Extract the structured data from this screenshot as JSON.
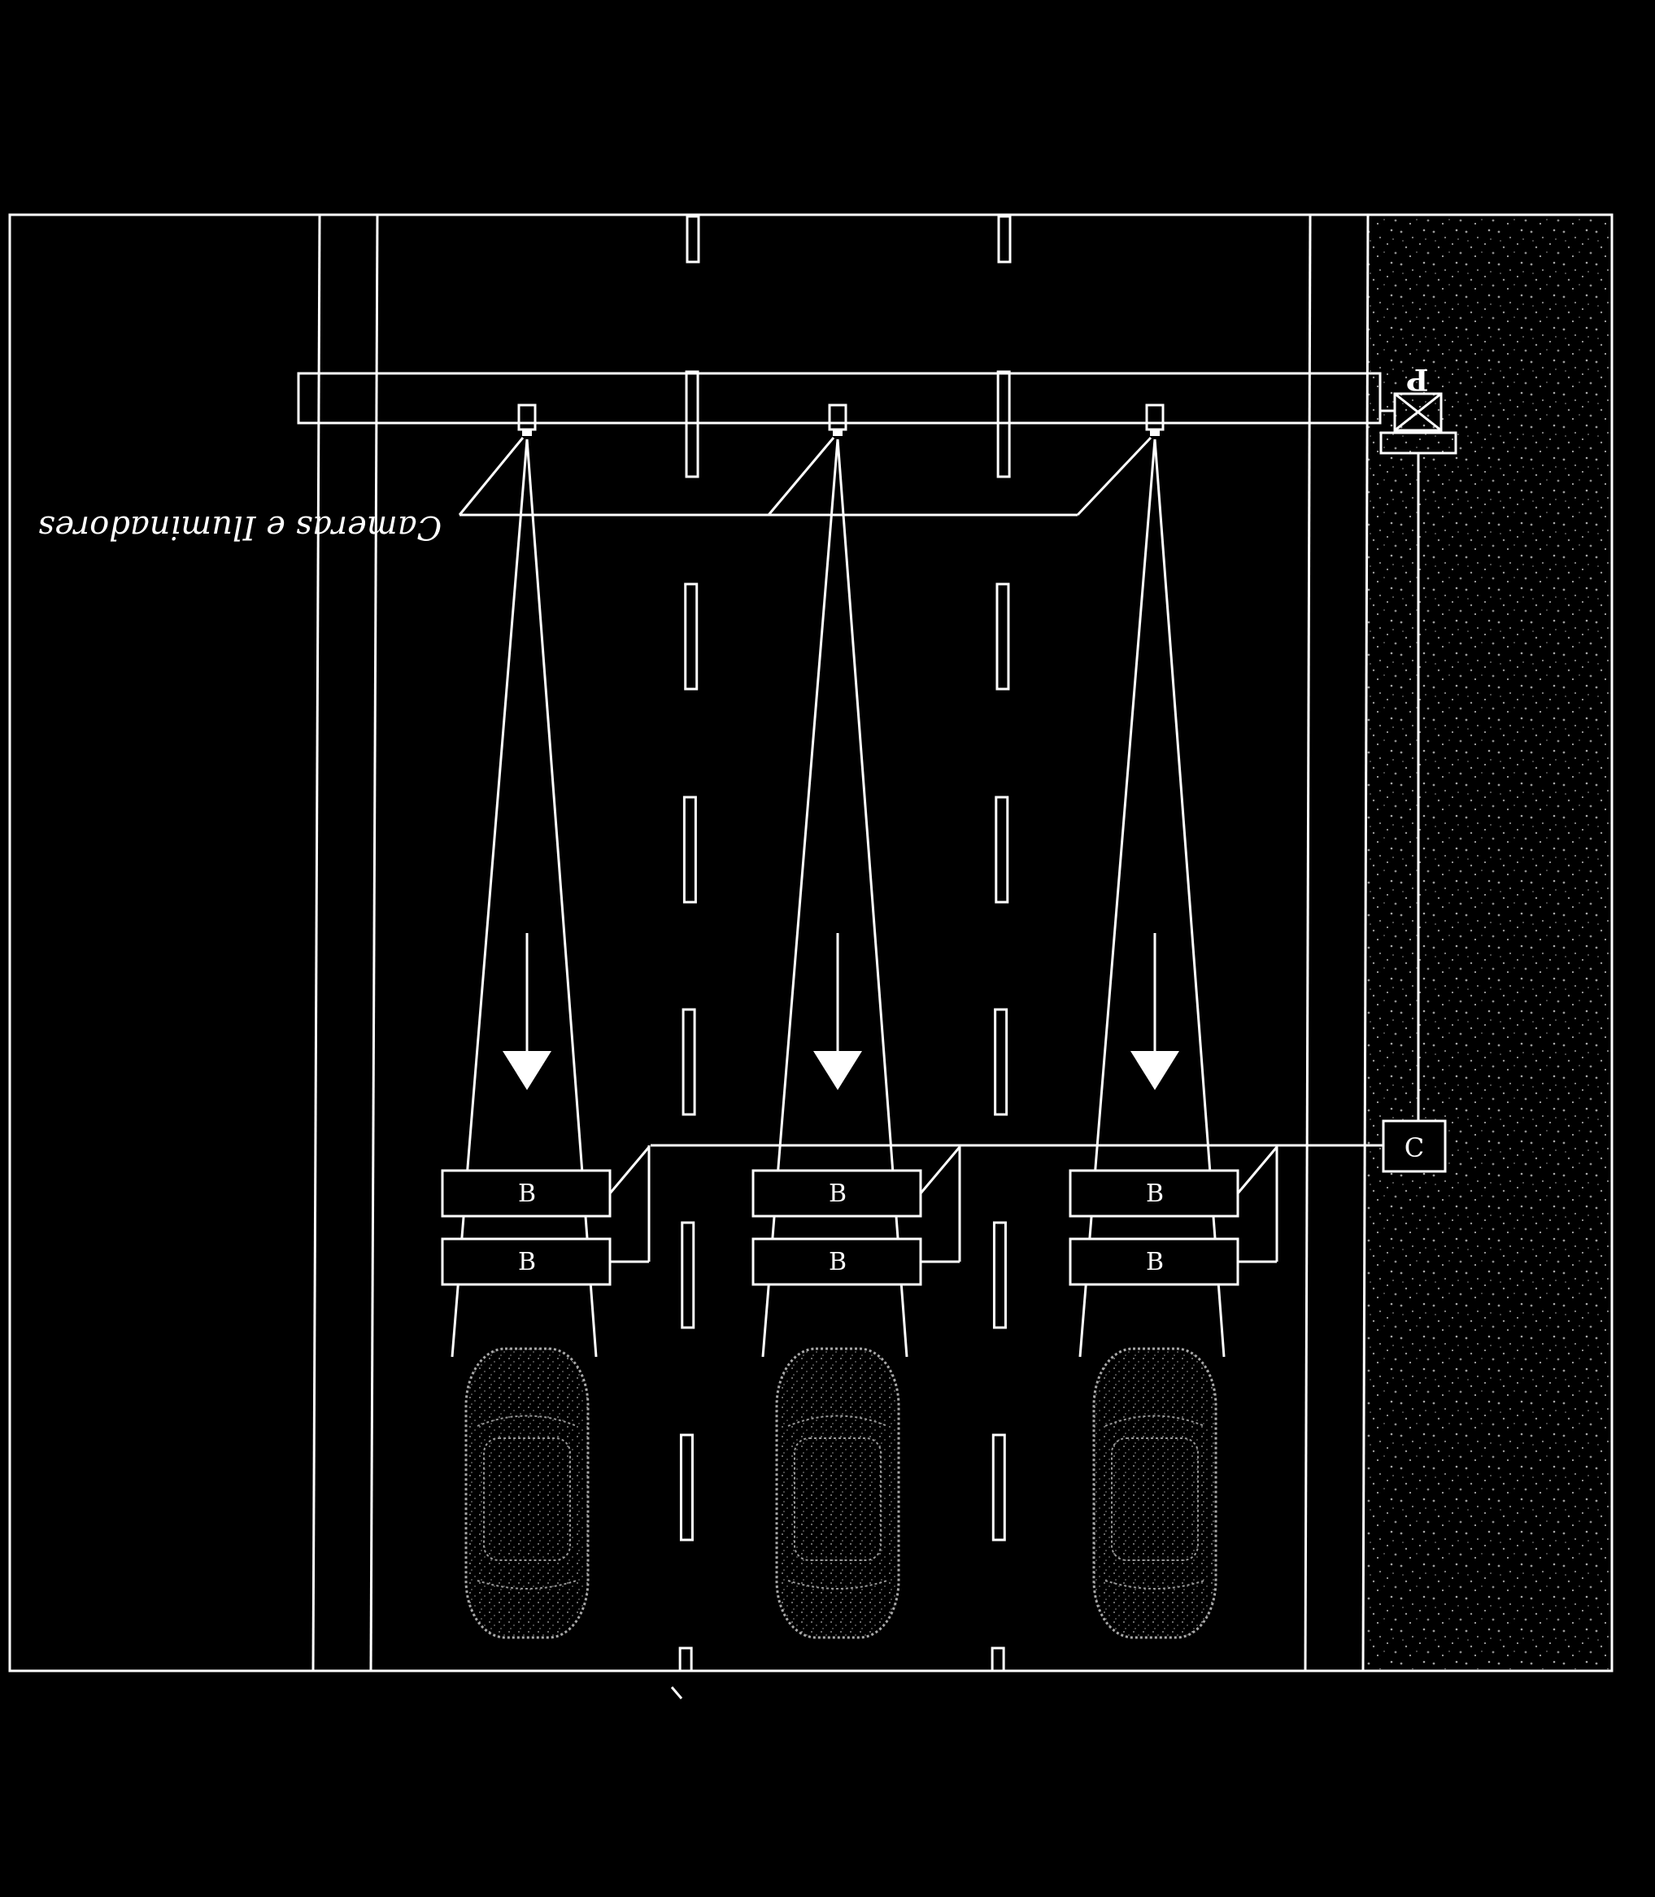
{
  "diagram": {
    "camera_label": "Cameras e Iluminadores",
    "controller_label": "C",
    "pole_label": "P",
    "sensor_label": "B",
    "lane_count": 3,
    "colors": {
      "background": "#000000",
      "line": "#ffffff",
      "shoulder_fill": "#1a1a1a"
    },
    "icons": [
      "camera-icon",
      "traffic-direction-arrow-icon",
      "car-icon",
      "pole-box-icon"
    ]
  }
}
